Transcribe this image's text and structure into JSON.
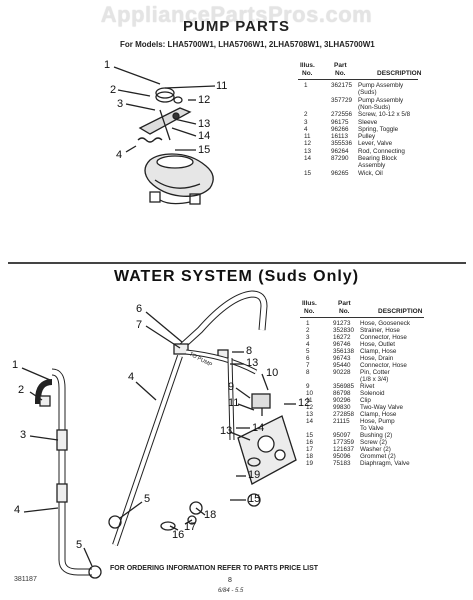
{
  "watermark": "AppliancePartsPros.com",
  "pump": {
    "title": "PUMP PARTS",
    "models": "For Models: LHA5700W1, LHA5706W1, 2LHA5708W1, 3LHA5700W1",
    "headers": {
      "illus": "Illus.",
      "no": "No.",
      "part": "Part",
      "part_no": "No.",
      "description": "DESCRIPTION"
    },
    "parts": [
      {
        "illus": "1",
        "part": "362175",
        "desc": "Pump Assembly"
      },
      {
        "illus": "",
        "part": "",
        "desc": "(Suds)"
      },
      {
        "illus": "",
        "part": "357729",
        "desc": "Pump Assembly"
      },
      {
        "illus": "",
        "part": "",
        "desc": "(Non-Suds)"
      },
      {
        "illus": "2",
        "part": "272556",
        "desc": "Screw, 10-12 x 5/8"
      },
      {
        "illus": "3",
        "part": "96175",
        "desc": "Sleeve"
      },
      {
        "illus": "4",
        "part": "96266",
        "desc": "Spring, Toggle"
      },
      {
        "illus": "11",
        "part": "16113",
        "desc": "Pulley"
      },
      {
        "illus": "12",
        "part": "355536",
        "desc": "Lever, Valve"
      },
      {
        "illus": "13",
        "part": "96264",
        "desc": "Rod, Connecting"
      },
      {
        "illus": "14",
        "part": "87290",
        "desc": "Bearing Block"
      },
      {
        "illus": "",
        "part": "",
        "desc": "Assembly"
      },
      {
        "illus": "15",
        "part": "96265",
        "desc": "Wick, Oil"
      }
    ],
    "callouts": [
      "1",
      "11",
      "2",
      "12",
      "3",
      "13",
      "14",
      "4",
      "15"
    ]
  },
  "water": {
    "title": "WATER SYSTEM (Suds Only)",
    "headers": {
      "illus": "Illus.",
      "no": "No.",
      "part": "Part",
      "part_no": "No.",
      "description": "DESCRIPTION"
    },
    "parts": [
      {
        "illus": "1",
        "part": "91273",
        "desc": "Hose, Gooseneck"
      },
      {
        "illus": "2",
        "part": "352830",
        "desc": "Strainer, Hose"
      },
      {
        "illus": "3",
        "part": "16272",
        "desc": "Connector, Hose"
      },
      {
        "illus": "4",
        "part": "96746",
        "desc": "Hose, Outlet"
      },
      {
        "illus": "5",
        "part": "356138",
        "desc": "Clamp, Hose"
      },
      {
        "illus": "6",
        "part": "96743",
        "desc": "Hose, Drain"
      },
      {
        "illus": "7",
        "part": "95440",
        "desc": "Connector, Hose"
      },
      {
        "illus": "8",
        "part": "90228",
        "desc": "Pin, Cotter"
      },
      {
        "illus": "",
        "part": "",
        "desc": "(1/8 x 3/4)"
      },
      {
        "illus": "9",
        "part": "356985",
        "desc": "Rivet"
      },
      {
        "illus": "10",
        "part": "86798",
        "desc": "Solenoid"
      },
      {
        "illus": "11",
        "part": "90296",
        "desc": "Clip"
      },
      {
        "illus": "12",
        "part": "99830",
        "desc": "Two-Way Valve"
      },
      {
        "illus": "13",
        "part": "272858",
        "desc": "Clamp, Hose"
      },
      {
        "illus": "14",
        "part": "21115",
        "desc": "Hose, Pump"
      },
      {
        "illus": "",
        "part": "",
        "desc": "To Valve"
      },
      {
        "illus": "15",
        "part": "95097",
        "desc": "Bushing (2)"
      },
      {
        "illus": "16",
        "part": "177359",
        "desc": "Screw (2)"
      },
      {
        "illus": "17",
        "part": "121637",
        "desc": "Washer (2)"
      },
      {
        "illus": "18",
        "part": "95096",
        "desc": "Grommet (2)"
      },
      {
        "illus": "19",
        "part": "75183",
        "desc": "Diaphragm, Valve"
      }
    ],
    "to_pump_label": "TO PUMP",
    "callouts": [
      "6",
      "7",
      "8",
      "13",
      "10",
      "9",
      "11",
      "14",
      "13",
      "12",
      "1",
      "2",
      "3",
      "4",
      "4",
      "5",
      "5",
      "15",
      "19",
      "18",
      "17",
      "16"
    ]
  },
  "footer": "FOR ORDERING INFORMATION REFER TO PARTS PRICE LIST",
  "doc_number": "381187",
  "page_number": "8",
  "page_code": "6/84 - 5.5"
}
